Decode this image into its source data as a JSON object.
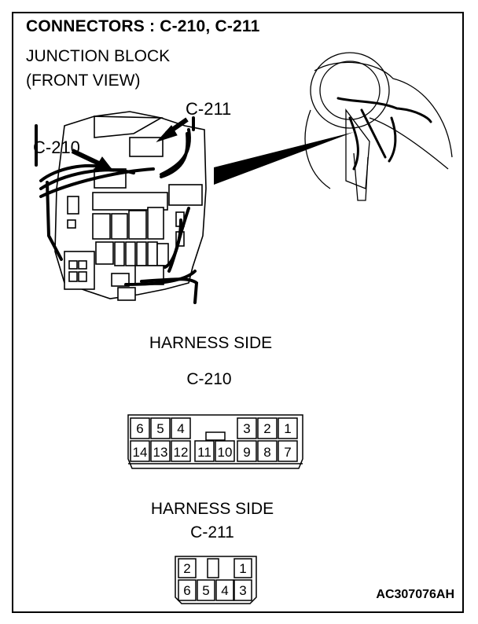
{
  "title": "CONNECTORS : C-210, C-211",
  "view": {
    "line1": "JUNCTION BLOCK",
    "line2": "(FRONT VIEW)"
  },
  "callouts": {
    "c211": "C-211",
    "c210": "C-210"
  },
  "c210": {
    "heading": "HARNESS SIDE",
    "name": "C-210",
    "top_row": [
      "6",
      "5",
      "4",
      "",
      "",
      "3",
      "2",
      "1"
    ],
    "bottom_row": [
      "14",
      "13",
      "12",
      "11",
      "10",
      "9",
      "8",
      "7"
    ]
  },
  "c211": {
    "heading": "HARNESS SIDE",
    "name": "C-211",
    "top_row": [
      "2",
      "",
      "",
      "1"
    ],
    "bottom_row": [
      "6",
      "5",
      "4",
      "3"
    ]
  },
  "figure_code": "AC307076AH"
}
